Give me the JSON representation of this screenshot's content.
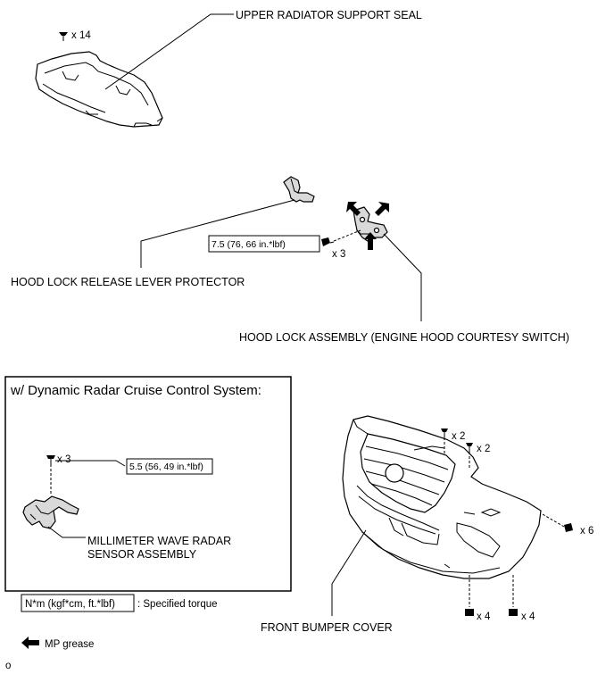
{
  "labels": {
    "upper_seal": "UPPER RADIATOR SUPPORT SEAL",
    "hood_lever_protector": "HOOD LOCK RELEASE LEVER PROTECTOR",
    "hood_lock_assembly": "HOOD LOCK ASSEMBLY (ENGINE HOOD COURTESY SWITCH)",
    "radar_sensor_line1": "MILLIMETER WAVE RADAR",
    "radar_sensor_line2": "SENSOR ASSEMBLY",
    "front_bumper": "FRONT BUMPER COVER",
    "radar_box_title": "w/ Dynamic Radar Cruise Control System:"
  },
  "quantities": {
    "seal_clips": "x 14",
    "hood_lock_bolts": "x 3",
    "radar_bolts": "x 3",
    "bumper_top_a": "x 2",
    "bumper_top_b": "x 2",
    "bumper_side": "x 6",
    "bumper_bottom_a": "x 4",
    "bumper_bottom_b": "x 4"
  },
  "torques": {
    "hood_lock": "7.5 (76, 66 in.*lbf)",
    "radar": "5.5 (56, 49 in.*lbf)"
  },
  "legend": {
    "torque_unit": "N*m (kgf*cm, ft.*lbf)",
    "torque_desc": ": Specified torque",
    "grease_desc": "MP grease"
  },
  "footer": {
    "id": "o"
  }
}
